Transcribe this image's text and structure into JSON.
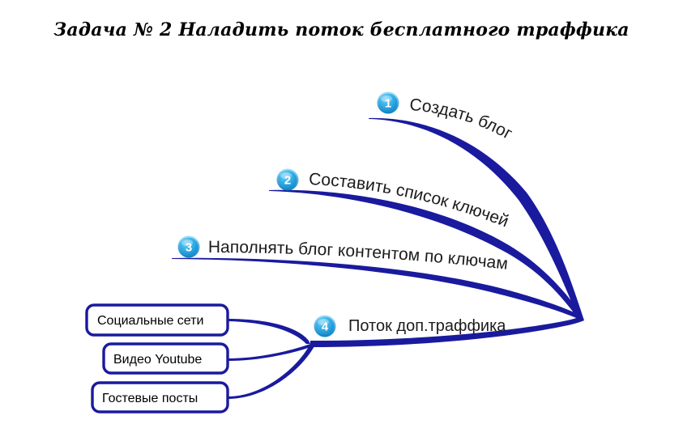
{
  "title": "Задача № 2 Наладить поток бесплатного траффика",
  "colors": {
    "branch": "#1a1a9e",
    "badge": "#29abe2",
    "badge_ring": "#1b8fd0",
    "box_border": "#1a1a9e",
    "text": "#1c1c1c",
    "background": "#ffffff"
  },
  "branches": [
    {
      "number": "1",
      "label": "Создать блог"
    },
    {
      "number": "2",
      "label": "Составить список ключей"
    },
    {
      "number": "3",
      "label": "Наполнять блог контентом по ключам"
    },
    {
      "number": "4",
      "label": "Поток доп.траффика"
    }
  ],
  "sub_nodes": [
    {
      "label": "Социальные сети"
    },
    {
      "label": "Видео Youtube"
    },
    {
      "label": "Гостевые посты"
    }
  ]
}
